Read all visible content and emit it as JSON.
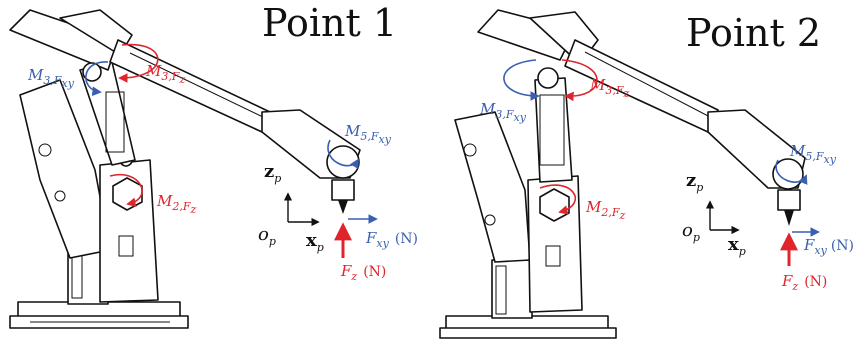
{
  "panels": [
    {
      "title": "Point 1",
      "moments": {
        "m3_fxy": {
          "main": "M",
          "sub": "3,F",
          "subsub": "xy"
        },
        "m3_fz": {
          "main": "M",
          "sub": "3,F",
          "subsub": "z"
        },
        "m5_fxy": {
          "main": "M",
          "sub": "5,F",
          "subsub": "xy"
        },
        "m2_fz": {
          "main": "M",
          "sub": "2,F",
          "subsub": "z"
        }
      },
      "frame": {
        "z": "z",
        "z_sub": "p",
        "x": "x",
        "x_sub": "p",
        "o": "o",
        "o_sub": "p"
      },
      "forces": {
        "fxy": "F",
        "fxy_sub": "xy",
        "fxy_unit": "(N)",
        "fz": "F",
        "fz_sub": "z",
        "fz_unit": "(N)"
      }
    },
    {
      "title": "Point 2",
      "moments": {
        "m3_fxy": {
          "main": "M",
          "sub": "3,F",
          "subsub": "xy"
        },
        "m3_fz": {
          "main": "M",
          "sub": "3,F",
          "subsub": "z"
        },
        "m5_fxy": {
          "main": "M",
          "sub": "5,F",
          "subsub": "xy"
        },
        "m2_fz": {
          "main": "M",
          "sub": "2,F",
          "subsub": "z"
        }
      },
      "frame": {
        "z": "z",
        "z_sub": "p",
        "x": "x",
        "x_sub": "p",
        "o": "o",
        "o_sub": "p"
      },
      "forces": {
        "fxy": "F",
        "fxy_sub": "xy",
        "fxy_unit": "(N)",
        "fz": "F",
        "fz_sub": "z",
        "fz_unit": "(N)"
      }
    }
  ],
  "colors": {
    "force_z": "#e0242c",
    "force_xy": "#3a5fb0"
  }
}
